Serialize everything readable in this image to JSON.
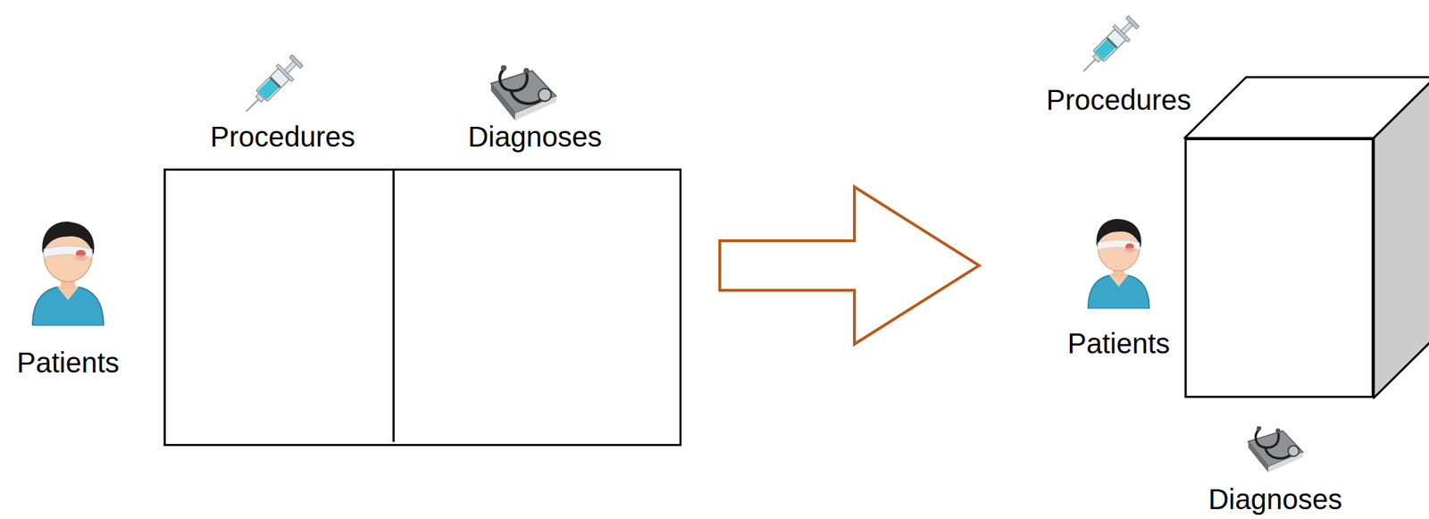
{
  "diagram": {
    "nodes": [
      {
        "text": [
          "Patients"
        ]
      },
      {
        "text": [
          "Procedures"
        ],
        "in": 0
      },
      {
        "text": [
          "Diagnoses"
        ],
        "in": 0
      },
      {
        "text": [
          "Procedures",
          "Patients",
          "Diagnoses"
        ]
      }
    ],
    "edges": [
      {
        "from": 0,
        "to": 3,
        "arrow": "to"
      }
    ]
  }
}
